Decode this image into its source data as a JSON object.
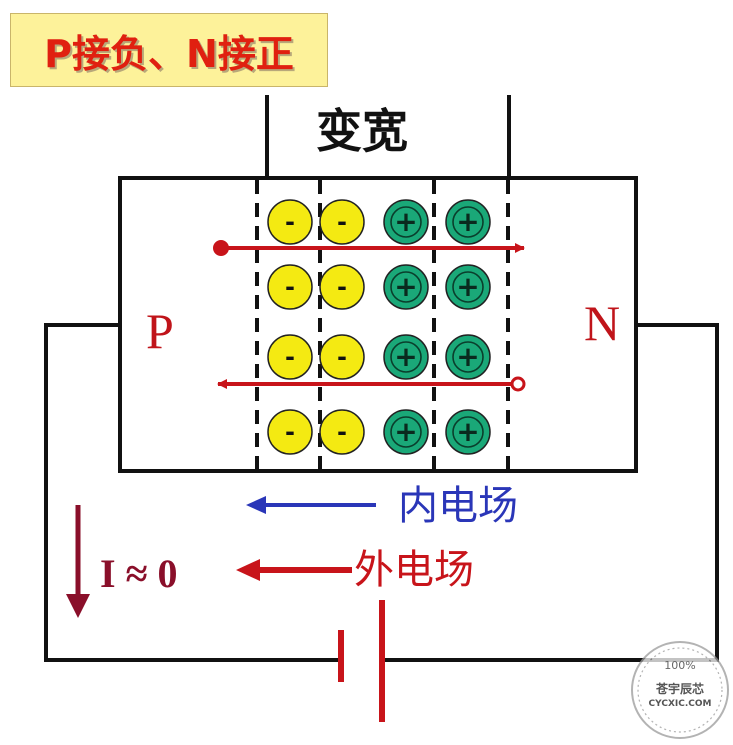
{
  "title": "P接负、N接正",
  "depletion_label": "变宽",
  "p_label": "P",
  "n_label": "N",
  "inner_field_label": "内电场",
  "outer_field_label": "外电场",
  "current_label": "I ≈ 0",
  "ion_rows": [
    [
      "-",
      "-",
      "+",
      "+"
    ],
    [
      "-",
      "-",
      "+",
      "+"
    ],
    [
      "-",
      "-",
      "+",
      "+"
    ],
    [
      "-",
      "-",
      "+",
      "+"
    ]
  ],
  "colors": {
    "title_bg": "#fdf29a",
    "title_text": "#e02010",
    "negative_ion": "#f4ea12",
    "positive_ion": "#1aa878",
    "red": "#c8141a",
    "blue": "#2a36b8",
    "wire": "#111111"
  },
  "watermark": {
    "percent": "100%",
    "name": "苍宇辰芯",
    "site": "CYCXIC.COM"
  }
}
